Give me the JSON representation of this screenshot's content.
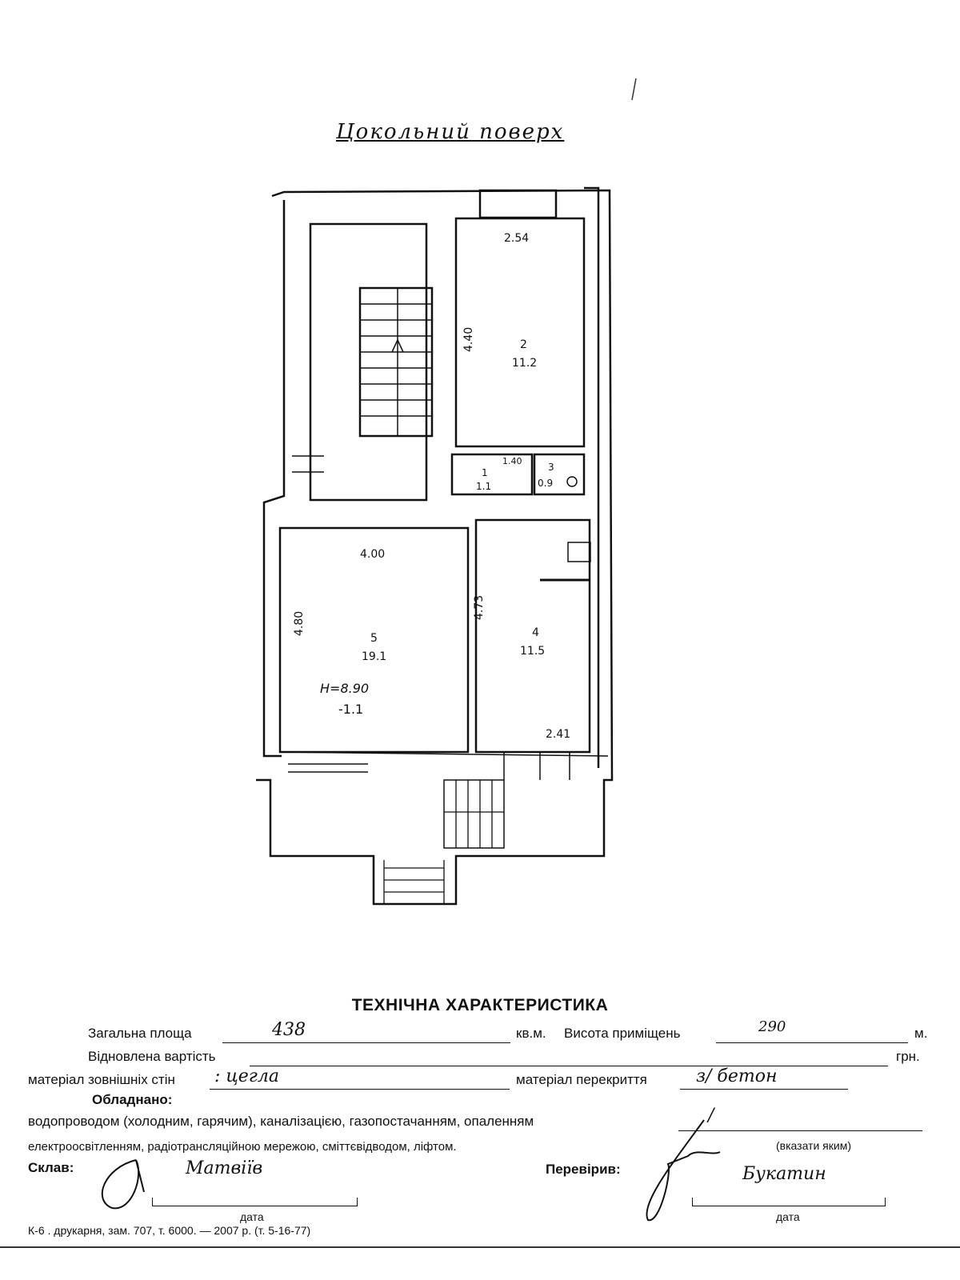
{
  "plan": {
    "title": "Цокольний поверх",
    "rooms": [
      {
        "number": "2",
        "area": "11.2",
        "width": "2.54",
        "length": "4.40"
      },
      {
        "number": "1",
        "area": "1.1",
        "width": "1.40"
      },
      {
        "number": "3",
        "area": "0.9"
      },
      {
        "number": "5",
        "area": "19.1",
        "width": "4.00",
        "length": "4.80",
        "note_height": "H=8.90",
        "note_level": "-1.1"
      },
      {
        "number": "4",
        "area": "11.5",
        "width": "2.41",
        "length": "4.73"
      }
    ]
  },
  "spec": {
    "heading": "ТЕХНІЧНА ХАРАКТЕРИСТИКА",
    "total_area_label": "Загальна площа",
    "total_area_value": "438",
    "area_unit": "кв.м.",
    "height_label": "Висота приміщень",
    "height_value": "290",
    "height_unit": "м.",
    "cost_label": "Відновлена вартість",
    "cost_unit": "грн.",
    "walls_label": "матеріал зовнішніх стін",
    "walls_value": ": цегла",
    "floor_label": "матеріал перекриття",
    "floor_value": "з/ бетон",
    "equipped_label": "Обладнано:",
    "equipment_line1": "водопроводом (холодним, гарячим), каналізацією, газопостачанням, опаленням",
    "equipment_line1_value": "/",
    "equipment_line2": "електроосвітленням, радіотрансляційною мережою, сміттєвідводом, ліфтом.",
    "equipment_hint": "(вказати яким)",
    "compiled_label": "Склав:",
    "compiled_name": "Матвіїв",
    "checked_label": "Перевірив:",
    "checked_name": "Букатин",
    "date_label": "дата",
    "date_label_2": "дата",
    "printer_note": "К-6 . друкарня, зам. 707, т. 6000. — 2007 р. (т. 5-16-77)"
  }
}
